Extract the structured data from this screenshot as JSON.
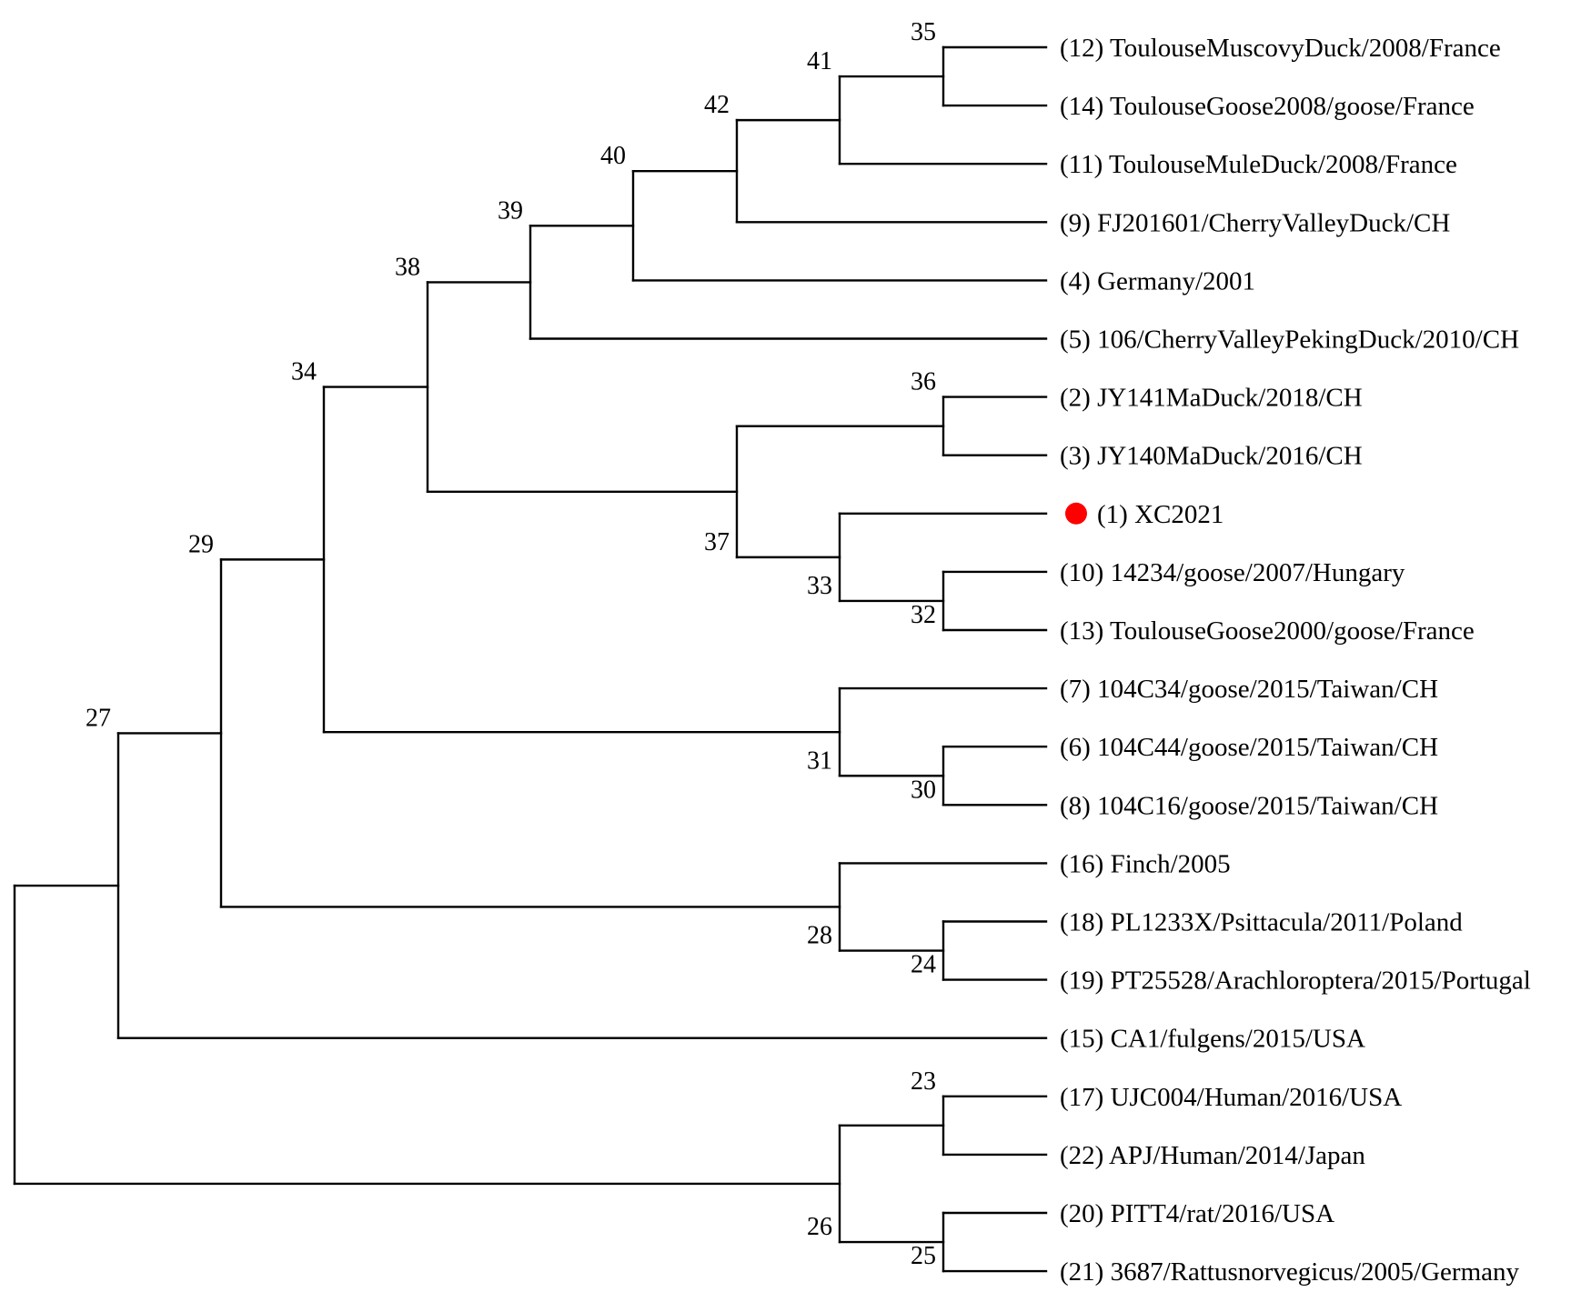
{
  "tree": {
    "leaves": [
      {
        "id": "L12",
        "label": "(12) ToulouseMuscovyDuck/2008/France"
      },
      {
        "id": "L14",
        "label": "(14) ToulouseGoose2008/goose/France"
      },
      {
        "id": "L11",
        "label": "(11) ToulouseMuleDuck/2008/France"
      },
      {
        "id": "L9",
        "label": "(9) FJ201601/CherryValleyDuck/CH"
      },
      {
        "id": "L4",
        "label": "(4) Germany/2001"
      },
      {
        "id": "L5",
        "label": "(5) 106/CherryValleyPekingDuck/2010/CH"
      },
      {
        "id": "L2",
        "label": "(2) JY141MaDuck/2018/CH"
      },
      {
        "id": "L3",
        "label": "(3) JY140MaDuck/2016/CH"
      },
      {
        "id": "L1",
        "label": "(1) XC2021",
        "marker": true
      },
      {
        "id": "L10",
        "label": "(10) 14234/goose/2007/Hungary"
      },
      {
        "id": "L13",
        "label": "(13) ToulouseGoose2000/goose/France"
      },
      {
        "id": "L7",
        "label": "(7) 104C34/goose/2015/Taiwan/CH"
      },
      {
        "id": "L6",
        "label": "(6) 104C44/goose/2015/Taiwan/CH"
      },
      {
        "id": "L8",
        "label": "(8) 104C16/goose/2015/Taiwan/CH"
      },
      {
        "id": "L16",
        "label": "(16) Finch/2005"
      },
      {
        "id": "L18",
        "label": "(18) PL1233X/Psittacula/2011/Poland"
      },
      {
        "id": "L19",
        "label": "(19) PT25528/Arachloroptera/2015/Portugal"
      },
      {
        "id": "L15",
        "label": "(15) CA1/fulgens/2015/USA"
      },
      {
        "id": "L17",
        "label": "(17) UJC004/Human/2016/USA"
      },
      {
        "id": "L22",
        "label": "(22) APJ/Human/2014/Japan"
      },
      {
        "id": "L20",
        "label": "(20) PITT4/rat/2016/USA"
      },
      {
        "id": "L21",
        "label": "(21) 3687/Rattusnorvegicus/2005/Germany"
      }
    ],
    "nodes": [
      {
        "id": "N35",
        "label": "35",
        "children": [
          "L12",
          "L14"
        ],
        "label_pos": "above"
      },
      {
        "id": "N41",
        "label": "41",
        "children": [
          "N35",
          "L11"
        ],
        "label_pos": "above"
      },
      {
        "id": "N42",
        "label": "42",
        "children": [
          "N41",
          "L9"
        ],
        "label_pos": "above"
      },
      {
        "id": "N40",
        "label": "40",
        "children": [
          "N42",
          "L4"
        ],
        "label_pos": "above"
      },
      {
        "id": "N39",
        "label": "39",
        "children": [
          "N40",
          "L5"
        ],
        "label_pos": "above"
      },
      {
        "id": "N36",
        "label": "36",
        "children": [
          "L2",
          "L3"
        ],
        "label_pos": "above"
      },
      {
        "id": "N32",
        "label": "32",
        "children": [
          "L10",
          "L13"
        ],
        "label_pos": "below"
      },
      {
        "id": "N33",
        "label": "33",
        "children": [
          "L1",
          "N32"
        ],
        "label_pos": "below"
      },
      {
        "id": "N37",
        "label": "37",
        "children": [
          "N36",
          "N33"
        ],
        "label_pos": "below"
      },
      {
        "id": "N38",
        "label": "38",
        "children": [
          "N39",
          "N37"
        ],
        "label_pos": "above"
      },
      {
        "id": "N30",
        "label": "30",
        "children": [
          "L6",
          "L8"
        ],
        "label_pos": "below"
      },
      {
        "id": "N31",
        "label": "31",
        "children": [
          "L7",
          "N30"
        ],
        "label_pos": "below"
      },
      {
        "id": "N34",
        "label": "34",
        "children": [
          "N38",
          "N31"
        ],
        "label_pos": "above"
      },
      {
        "id": "N24",
        "label": "24",
        "children": [
          "L18",
          "L19"
        ],
        "label_pos": "below"
      },
      {
        "id": "N28",
        "label": "28",
        "children": [
          "L16",
          "N24"
        ],
        "label_pos": "below"
      },
      {
        "id": "N29",
        "label": "29",
        "children": [
          "N34",
          "N28"
        ],
        "label_pos": "above"
      },
      {
        "id": "N23",
        "label": "23",
        "children": [
          "L17",
          "L22"
        ],
        "label_pos": "above"
      },
      {
        "id": "N25",
        "label": "25",
        "children": [
          "L20",
          "L21"
        ],
        "label_pos": "below"
      },
      {
        "id": "N26",
        "label": "26",
        "children": [
          "N23",
          "N25"
        ],
        "label_pos": "below"
      },
      {
        "id": "N27",
        "label": "27",
        "children": [
          "N29",
          "L15"
        ],
        "label_pos": "above"
      },
      {
        "id": "ROOT",
        "label": "",
        "children": [
          "N27",
          "N26"
        ],
        "label_pos": "none"
      }
    ],
    "highlight_color": "#ff0000",
    "line_color": "#000000"
  }
}
